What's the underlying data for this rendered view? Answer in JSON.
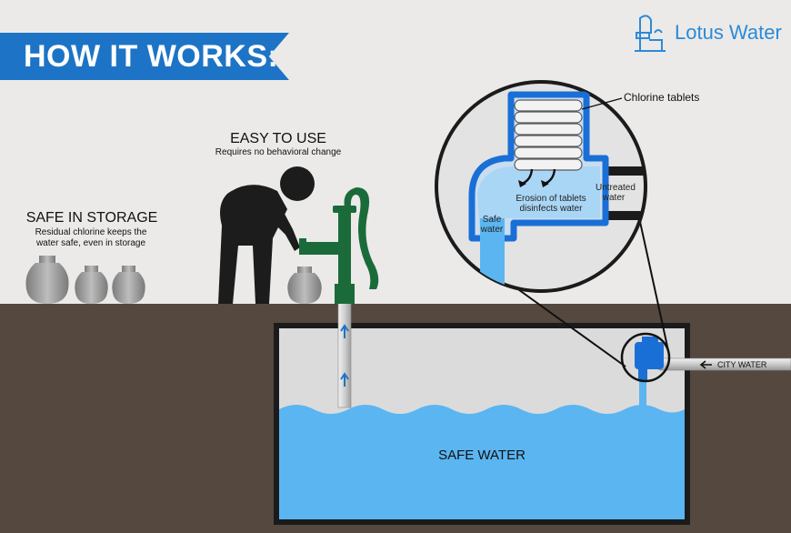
{
  "header": {
    "title": "HOW IT WORKS:"
  },
  "brand": {
    "name": "Lotus Water",
    "logo_icon": "pump-logo-icon"
  },
  "labels": {
    "storage_title": "SAFE IN STORAGE",
    "storage_desc": "Residual chlorine keeps the water safe, even in storage",
    "easy_title": "EASY TO USE",
    "easy_desc": "Requires no behavioral change",
    "chlorine": "Chlorine tablets",
    "erosion": "Erosion of tablets disinfects water",
    "untreated": "Untreated water",
    "safe_small": "Safe water",
    "city_water": "CITY WATER",
    "tank": "SAFE WATER"
  },
  "colors": {
    "banner": "#1d74c6",
    "brand": "#2c8ad8",
    "ground": "#54483f",
    "water": "#5bb5f1",
    "dispenser": "#1a6fd6",
    "pump": "#1b6b3a",
    "pot": "#9a9a9a",
    "person": "#1c1c1c"
  }
}
